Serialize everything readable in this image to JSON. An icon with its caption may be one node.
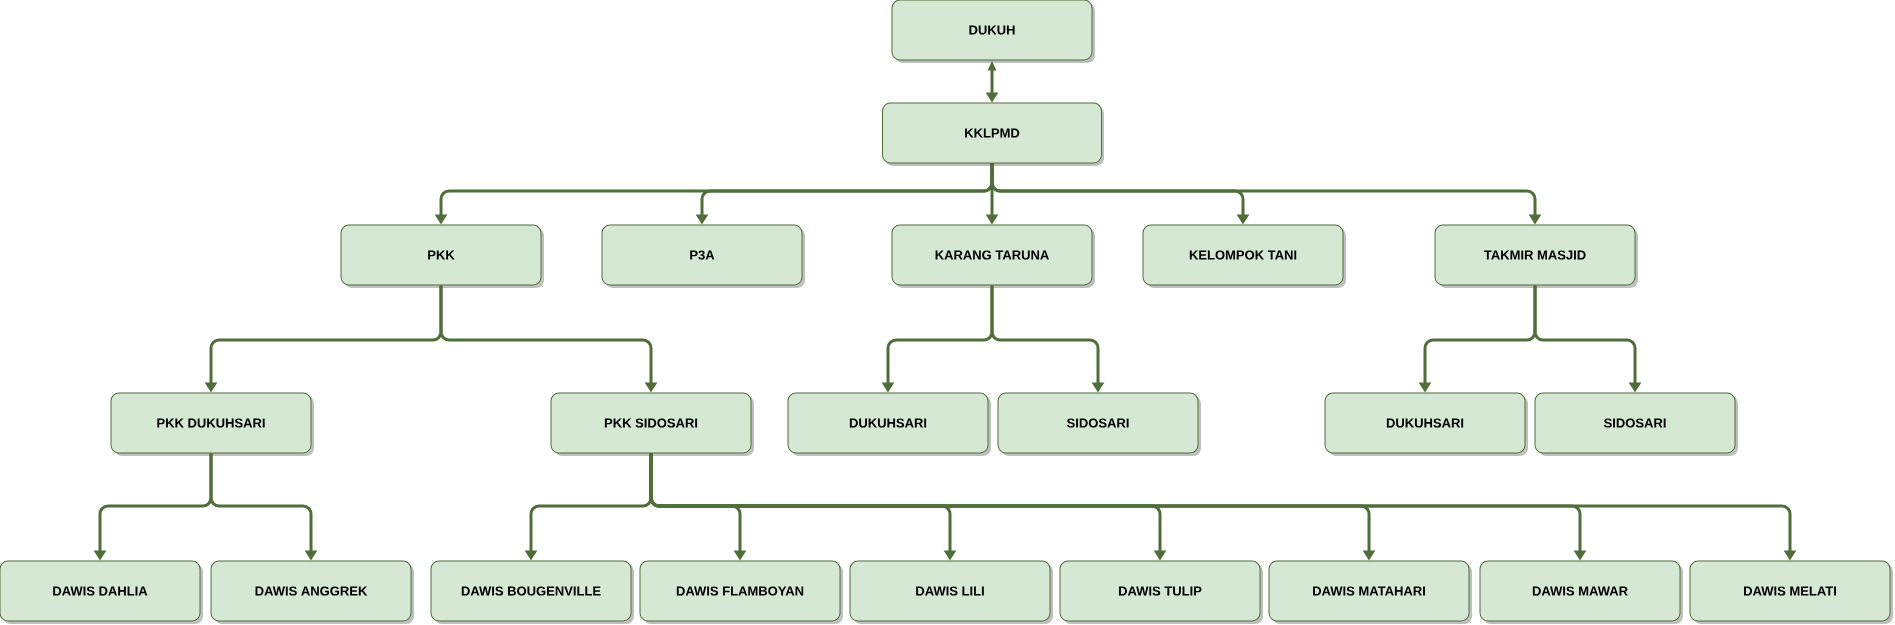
{
  "diagram": {
    "nodes": [
      {
        "text": [
          "DUKUH"
        ]
      },
      {
        "text": [
          "KKLPMD"
        ]
      },
      {
        "text": [
          "PKK"
        ]
      },
      {
        "text": [
          "P3A"
        ]
      },
      {
        "text": [
          "KARANG TARUNA"
        ]
      },
      {
        "text": [
          "KELOMPOK TANI"
        ]
      },
      {
        "text": [
          "TAKMIR MASJID"
        ]
      },
      {
        "text": [
          "PKK DUKUHSARI"
        ]
      },
      {
        "text": [
          "PKK SIDOSARI"
        ]
      },
      {
        "text": [
          "DUKUHSARI"
        ]
      },
      {
        "text": [
          "SIDOSARI"
        ]
      },
      {
        "text": [
          "DUKUHSARI"
        ]
      },
      {
        "text": [
          "SIDOSARI"
        ]
      },
      {
        "text": [
          "DAWIS DAHLIA"
        ]
      },
      {
        "text": [
          "DAWIS ANGGREK"
        ]
      },
      {
        "text": [
          "DAWIS BOUGENVILLE"
        ]
      },
      {
        "text": [
          "DAWIS FLAMBOYAN"
        ]
      },
      {
        "text": [
          "DAWIS LILI"
        ]
      },
      {
        "text": [
          "DAWIS TULIP"
        ]
      },
      {
        "text": [
          "DAWIS MATAHARI"
        ]
      },
      {
        "text": [
          "DAWIS MAWAR"
        ]
      },
      {
        "text": [
          "DAWIS MELATI"
        ]
      }
    ],
    "edges": [
      {
        "from": 0,
        "to": 1,
        "arrow": "both"
      },
      {
        "from": 1,
        "to": 2,
        "arrow": "to"
      },
      {
        "from": 1,
        "to": 3,
        "arrow": "to"
      },
      {
        "from": 1,
        "to": 4,
        "arrow": "to"
      },
      {
        "from": 1,
        "to": 5,
        "arrow": "to"
      },
      {
        "from": 1,
        "to": 6,
        "arrow": "to"
      },
      {
        "from": 2,
        "to": 7,
        "arrow": "to"
      },
      {
        "from": 2,
        "to": 8,
        "arrow": "to"
      },
      {
        "from": 4,
        "to": 9,
        "arrow": "to"
      },
      {
        "from": 4,
        "to": 10,
        "arrow": "to"
      },
      {
        "from": 6,
        "to": 11,
        "arrow": "to"
      },
      {
        "from": 6,
        "to": 12,
        "arrow": "to"
      },
      {
        "from": 7,
        "to": 13,
        "arrow": "to"
      },
      {
        "from": 7,
        "to": 14,
        "arrow": "to"
      },
      {
        "from": 8,
        "to": 15,
        "arrow": "to"
      },
      {
        "from": 8,
        "to": 16,
        "arrow": "to"
      },
      {
        "from": 8,
        "to": 17,
        "arrow": "to"
      },
      {
        "from": 8,
        "to": 18,
        "arrow": "to"
      },
      {
        "from": 8,
        "to": 19,
        "arrow": "to"
      },
      {
        "from": 8,
        "to": 20,
        "arrow": "to"
      },
      {
        "from": 8,
        "to": 21,
        "arrow": "to"
      }
    ]
  }
}
